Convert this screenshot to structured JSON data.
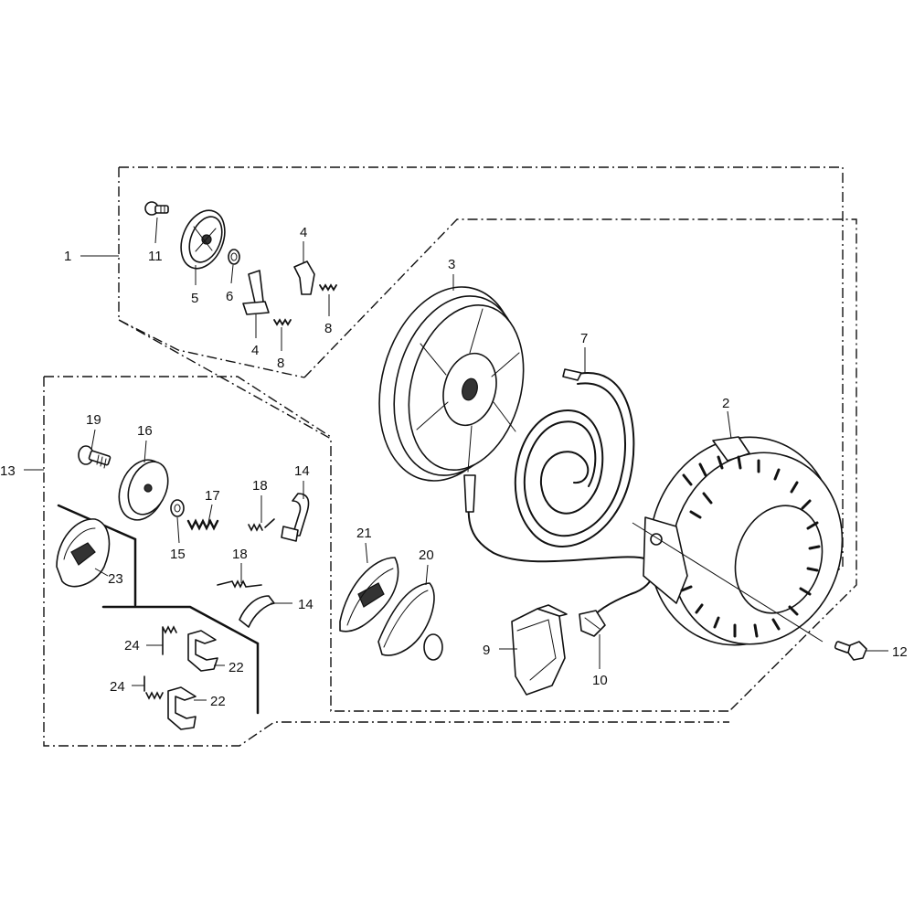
{
  "figure": {
    "background": "#ffffff",
    "ink": "#111111"
  },
  "callouts": {
    "c1": "1",
    "c2": "2",
    "c3": "3",
    "c4a": "4",
    "c4b": "4",
    "c5": "5",
    "c6": "6",
    "c7": "7",
    "c8a": "8",
    "c8b": "8",
    "c9": "9",
    "c10": "10",
    "c11": "11",
    "c12": "12",
    "c13": "13",
    "c14a": "14",
    "c14b": "14",
    "c15": "15",
    "c16": "16",
    "c17": "17",
    "c18a": "18",
    "c18b": "18",
    "c19": "19",
    "c20": "20",
    "c21": "21",
    "c22a": "22",
    "c22b": "22",
    "c23": "23",
    "c24a": "24",
    "c24b": "24"
  }
}
